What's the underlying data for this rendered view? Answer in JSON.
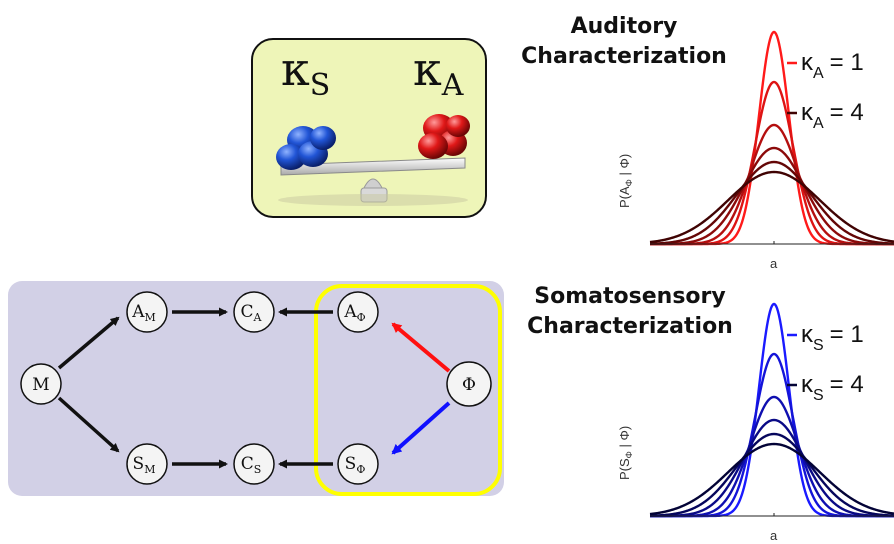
{
  "balance": {
    "left_symbol": "κ",
    "left_sub": "S",
    "right_symbol": "κ",
    "right_sub": "A",
    "left_color": "#1f4fc8",
    "right_color": "#d81a1a"
  },
  "model": {
    "nodes": {
      "M": {
        "main": "M",
        "sub": ""
      },
      "AM": {
        "main": "A",
        "sub": "M"
      },
      "SM": {
        "main": "S",
        "sub": "M"
      },
      "CA": {
        "main": "C",
        "sub": "A"
      },
      "CS": {
        "main": "C",
        "sub": "S"
      },
      "APhi": {
        "main": "A",
        "sub": "Φ"
      },
      "SPhi": {
        "main": "S",
        "sub": "Φ"
      },
      "Phi": {
        "main": "Φ",
        "sub": ""
      }
    },
    "highlight_color": "#ffff00",
    "red_edge_color": "#ff1010",
    "blue_edge_color": "#1010ff"
  },
  "auditory": {
    "title_line1": "Auditory",
    "title_line2": "Characterization",
    "y_label_main": "P(A",
    "y_label_sub": "Φ",
    "y_label_end": " | Φ)",
    "x_label": "a",
    "legend": [
      {
        "kappa": "κ",
        "sub": "A",
        "value": "= 1"
      },
      {
        "kappa": "κ",
        "sub": "A",
        "value": "= 4"
      }
    ],
    "colors": [
      "#ff1a1a",
      "#dd1414",
      "#b40f0f",
      "#8c0a0a",
      "#640606",
      "#400303"
    ]
  },
  "somatosensory": {
    "title_line1": "Somatosensory",
    "title_line2": "Characterization",
    "y_label_main": "P(S",
    "y_label_sub": "Φ",
    "y_label_end": " | Φ)",
    "x_label": "a",
    "legend": [
      {
        "kappa": "κ",
        "sub": "S",
        "value": "= 1"
      },
      {
        "kappa": "κ",
        "sub": "S",
        "value": "= 4"
      }
    ],
    "colors": [
      "#1a1aff",
      "#1414d8",
      "#0f0fb0",
      "#0a0a86",
      "#06065c",
      "#030336"
    ]
  }
}
